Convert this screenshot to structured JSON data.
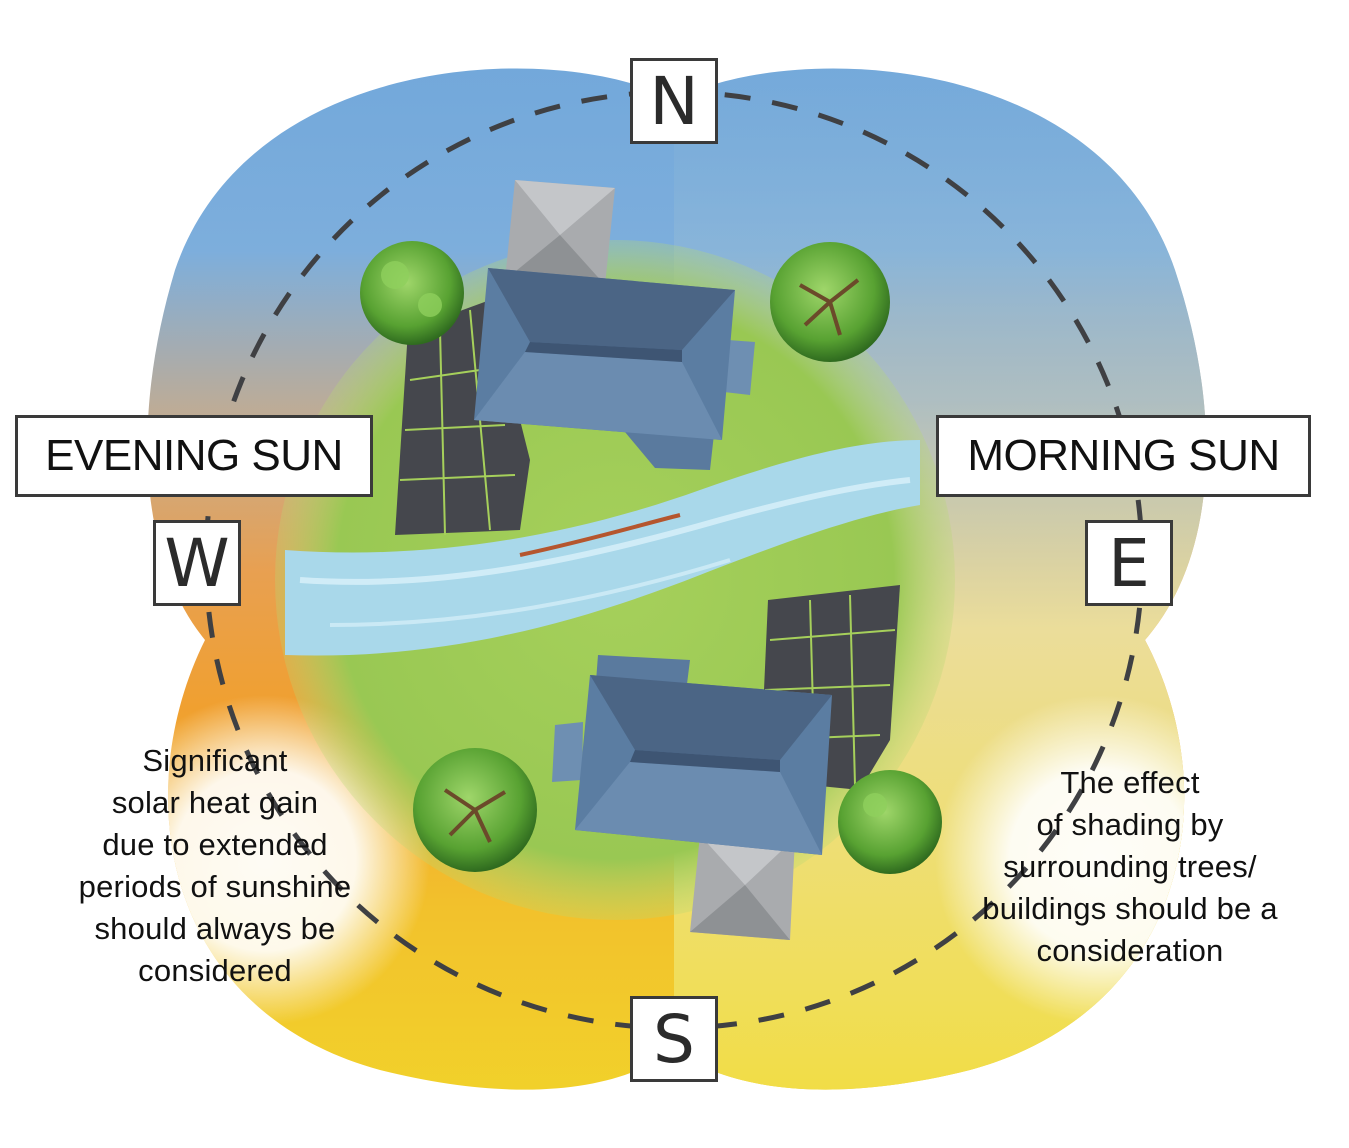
{
  "compass": {
    "north": "N",
    "south": "S",
    "east": "E",
    "west": "W"
  },
  "labels": {
    "evening": "EVENING SUN",
    "morning": "MORNING SUN"
  },
  "notes": {
    "west_lines": [
      "Significant",
      "solar heat gain",
      "due to extended",
      "periods of sunshine",
      "should always be",
      "considered"
    ],
    "east_lines": [
      "The effect",
      "of shading by",
      "surrounding trees/",
      "buildings should be a",
      "consideration"
    ]
  },
  "colors": {
    "sky_blue": "#7aaedb",
    "evening_orange": "#f2a235",
    "sun_yellow": "#f2d634",
    "grass_green": "#9ccb55",
    "river_blue": "#a9d8ea",
    "roof_slate": "#5a7a9e",
    "paving_dark": "#45474d",
    "tree_green": "#5fa634"
  },
  "icons": [
    "house-icon",
    "tree-icon",
    "river-icon",
    "paving-icon"
  ]
}
